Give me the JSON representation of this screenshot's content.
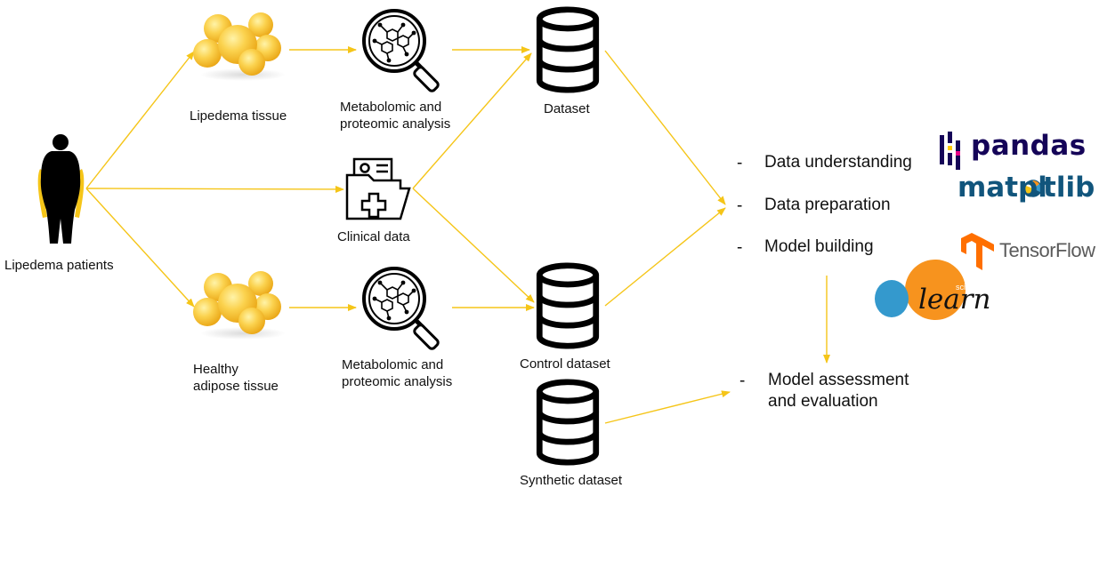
{
  "colors": {
    "arrow": "#F5C518",
    "fat_light": "#FBD24E",
    "fat_dark": "#E9A413",
    "icon": "#000000",
    "pandas": "#150458",
    "pandas_pink": "#E70488",
    "pandas_yellow": "#FFCA00",
    "matplotlib": "#11557C",
    "tensorflow": "#FF6F00",
    "sklearn_orange": "#F7931E",
    "sklearn_blue": "#3499CD"
  },
  "nodes": {
    "patients": {
      "label": "Lipedema patients",
      "icon": "silhouette-icon"
    },
    "lipedema_tissue": {
      "label": "Lipedema tissue",
      "icon": "fat-cells-icon"
    },
    "healthy_tissue": {
      "label_line1": "Healthy",
      "label_line2": "adipose tissue",
      "icon": "fat-cells-icon"
    },
    "analysis_top": {
      "label_line1": "Metabolomic and",
      "label_line2": "proteomic analysis",
      "icon": "magnifier-molecule-icon"
    },
    "analysis_bottom": {
      "label_line1": "Metabolomic and",
      "label_line2": "proteomic analysis",
      "icon": "magnifier-molecule-icon"
    },
    "clinical": {
      "label": "Clinical data",
      "icon": "medical-folder-icon"
    },
    "dataset": {
      "label": "Dataset",
      "icon": "database-icon"
    },
    "control_dataset": {
      "label": "Control dataset",
      "icon": "database-icon"
    },
    "synthetic_dataset": {
      "label": "Synthetic dataset",
      "icon": "database-icon"
    }
  },
  "steps": {
    "bullet": "-",
    "items": [
      "Data understanding",
      "Data preparation",
      "Model building"
    ],
    "final_line1": "Model assessment",
    "final_line2": "and evaluation"
  },
  "logos": {
    "pandas": "pandas",
    "matplotlib_a": "matpl",
    "matplotlib_b": "tlib",
    "tensorflow": "TensorFlow",
    "sklearn_small": "scikit",
    "sklearn_big": "learn"
  }
}
